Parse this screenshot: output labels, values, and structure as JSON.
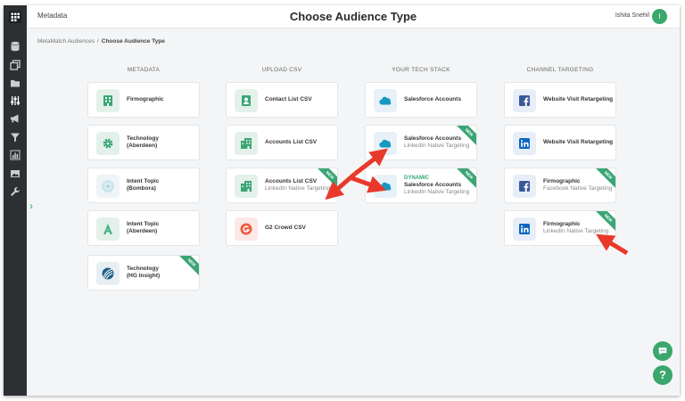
{
  "header": {
    "left_label": "Metadata",
    "title": "Choose Audience Type"
  },
  "user": {
    "name": "Ishita Snehil",
    "initial": "I"
  },
  "breadcrumb": {
    "root": "MetaMatch Audiences",
    "separator": "/",
    "current": "Choose Audience Type"
  },
  "sidebar": {
    "items": [
      "database-icon",
      "copy-icon",
      "folder-icon",
      "sliders-icon",
      "megaphone-icon",
      "filter-icon",
      "bar-chart-icon",
      "image-icon",
      "wrench-icon"
    ],
    "expand_glyph": "›"
  },
  "columns": {
    "metadata": {
      "title": "METADATA",
      "cards": [
        {
          "icon": "building-icon",
          "title": "Firmographic",
          "subtitle": ""
        },
        {
          "icon": "gear-icon",
          "title": "Technology",
          "subtitle": "(Aberdeen)",
          "subtitle_dark": true
        },
        {
          "icon": "signal-icon",
          "title": "Intent Topic",
          "subtitle": "(Bombora)",
          "subtitle_dark": true
        },
        {
          "icon": "aberdeen-a-icon",
          "title": "Intent Topic",
          "subtitle": "(Aberdeen)",
          "subtitle_dark": true
        },
        {
          "icon": "hg-insight-icon",
          "title": "Technology",
          "subtitle": "(HG Insight)",
          "subtitle_dark": true,
          "badge": "NEW"
        }
      ]
    },
    "upload_csv": {
      "title": "UPLOAD CSV",
      "cards": [
        {
          "icon": "contact-list-icon",
          "title": "Contact List CSV",
          "subtitle": ""
        },
        {
          "icon": "accounts-list-icon",
          "title": "Accounts List CSV",
          "subtitle": ""
        },
        {
          "icon": "accounts-list-icon",
          "title": "Accounts List CSV",
          "subtitle": "LinkedIn Native Targeting",
          "badge": "NEW"
        },
        {
          "icon": "g2-crowd-icon",
          "title": "G2 Crowd CSV",
          "subtitle": ""
        }
      ]
    },
    "tech_stack": {
      "title": "YOUR TECH STACK",
      "cards": [
        {
          "icon": "salesforce-cloud-icon",
          "title": "Salesforce Accounts",
          "subtitle": ""
        },
        {
          "icon": "salesforce-cloud-icon",
          "title": "Salesforce Accounts",
          "subtitle": "LinkedIn Native Targeting",
          "badge": "NEW"
        },
        {
          "icon": "salesforce-cloud-icon",
          "prefix": "DYNAMIC",
          "title": "Salesforce Accounts",
          "subtitle": "LinkedIn Native Targeting",
          "badge": "NEW"
        }
      ]
    },
    "channel_targeting": {
      "title": "CHANNEL TARGETING",
      "cards": [
        {
          "icon": "facebook-icon",
          "title": "Website Visit Retargeting",
          "subtitle": ""
        },
        {
          "icon": "linkedin-icon",
          "title": "Website Visit Retargeting",
          "subtitle": ""
        },
        {
          "icon": "facebook-icon",
          "title": "Firmographic",
          "subtitle": "Facebook Native Targeting",
          "badge": "NEW"
        },
        {
          "icon": "linkedin-icon",
          "title": "Firmographic",
          "subtitle": "LinkedIn Native Targeting",
          "badge": "NEW"
        }
      ]
    }
  },
  "fabs": {
    "chat_icon": "chat-bubble-icon",
    "help_glyph": "?"
  },
  "colors": {
    "accent": "#3aa76d",
    "rail": "#2c3035",
    "annotation_arrow": "#e8392b",
    "facebook": "#3b5998",
    "linkedin": "#0a66c2",
    "salesforce": "#1798c1"
  }
}
